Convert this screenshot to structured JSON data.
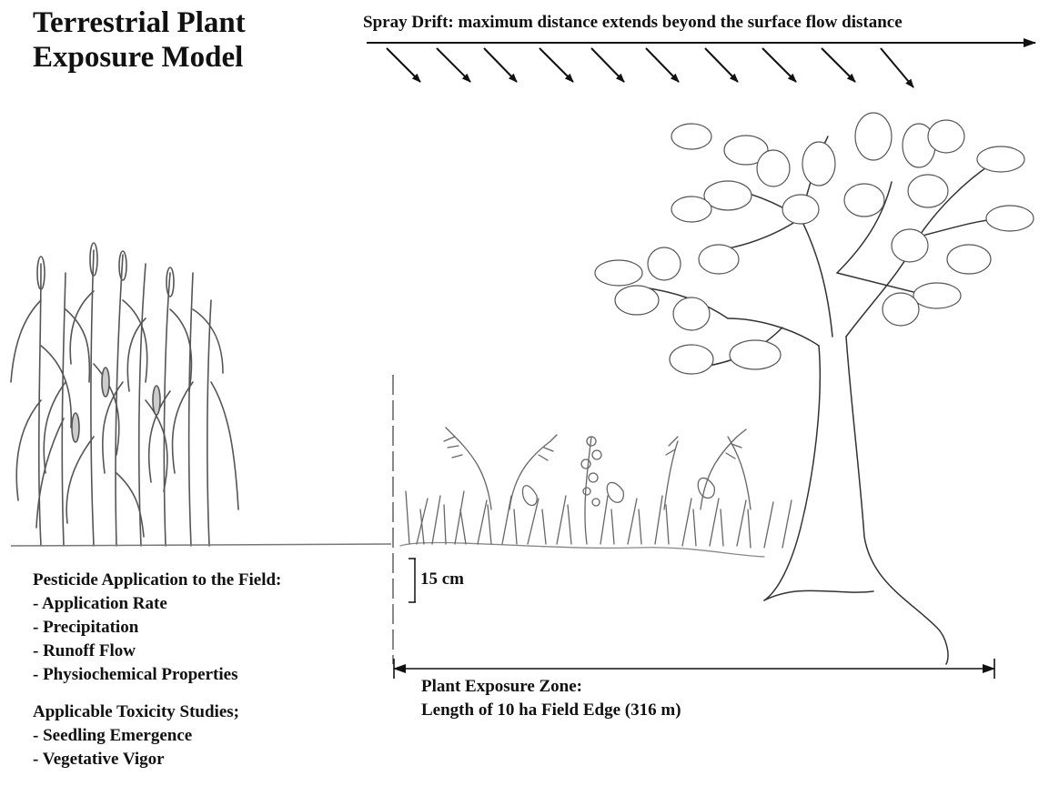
{
  "title": {
    "line1": "Terrestrial Plant",
    "line2": "Exposure Model"
  },
  "drift": {
    "label": "Spray Drift: maximum distance extends beyond the surface flow distance"
  },
  "scale_bar": {
    "label": "15 cm"
  },
  "application": {
    "heading": "Pesticide Application to the Field:",
    "items": [
      "- Application Rate",
      "- Precipitation",
      "- Runoff Flow",
      "- Physiochemical Properties"
    ]
  },
  "toxicity": {
    "heading": "Applicable Toxicity Studies;",
    "items": [
      "- Seedling Emergence",
      "- Vegetative Vigor"
    ]
  },
  "zone": {
    "line1": "Plant Exposure Zone:",
    "line2": "Length of 10 ha Field Edge (316 m)"
  }
}
